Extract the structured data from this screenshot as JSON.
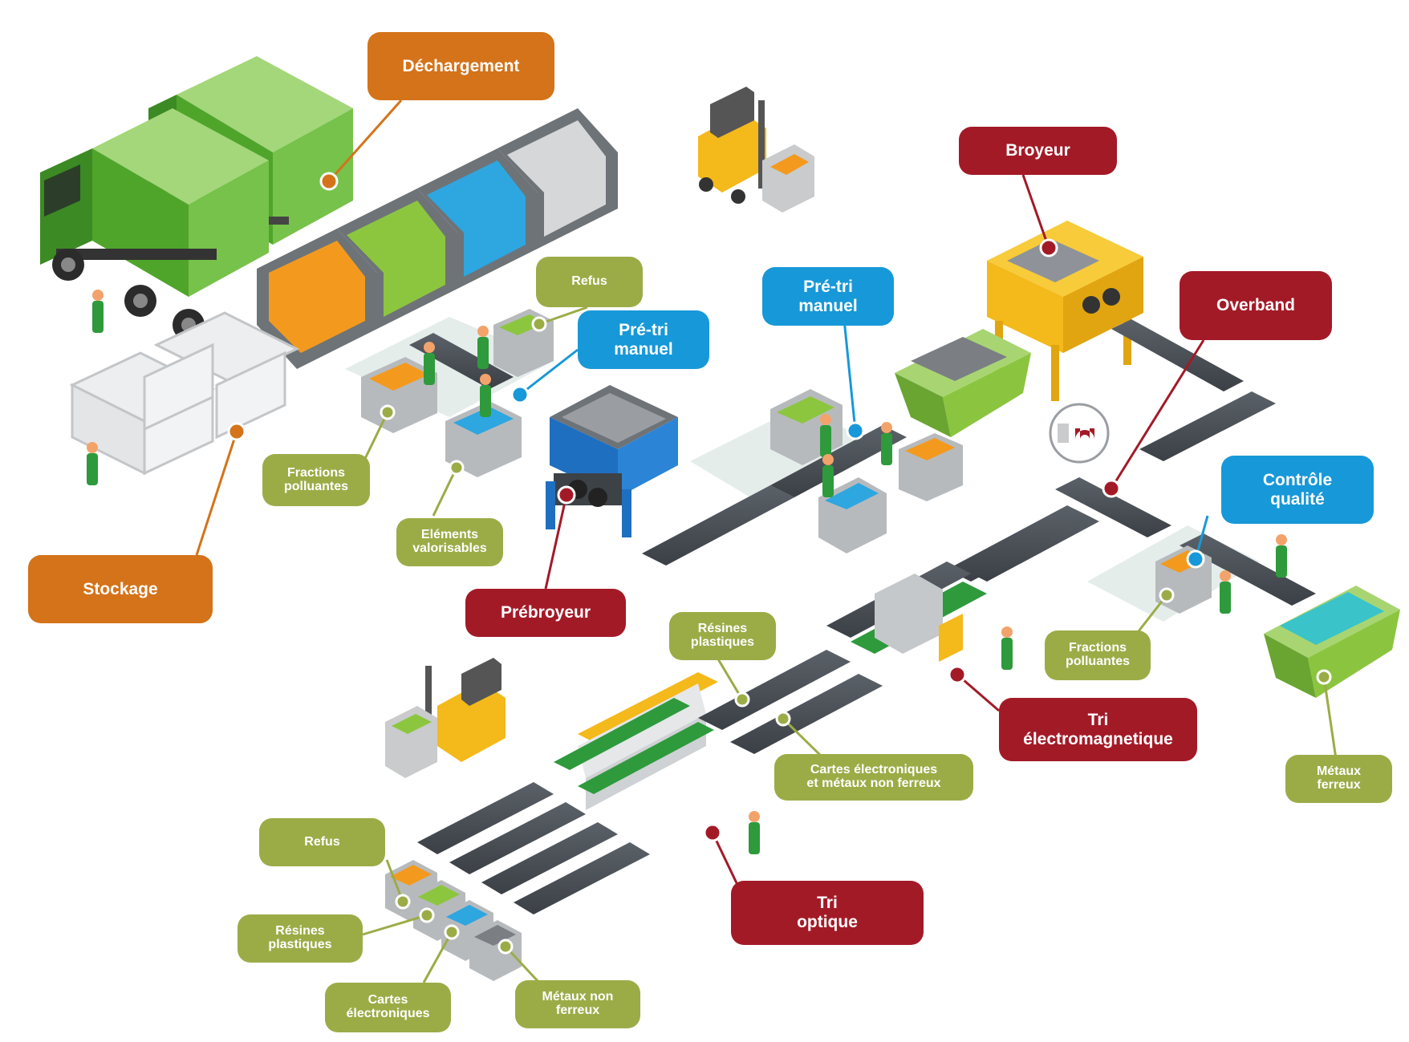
{
  "labels": {
    "dechargement": "Déchargement",
    "stockage": "Stockage",
    "refus_top": "Refus",
    "pretri_1": "Pré-tri\nmanuel",
    "pretri_2": "Pré-tri\nmanuel",
    "broyeur": "Broyeur",
    "overband": "Overband",
    "controle_qualite": "Contrôle\nqualité",
    "fractions_polluantes_1": "Fractions\npolluantes",
    "elements_valorisables": "Eléments\nvalorisables",
    "prebroyeur": "Prébroyeur",
    "fractions_polluantes_2": "Fractions\npolluantes",
    "metaux_ferreux": "Métaux\nferreux",
    "resines_plastiques_mid": "Résines\nplastiques",
    "tri_electromagnetique": "Tri\nélectromagnetique",
    "cartes_et_metaux": "Cartes électroniques\net métaux non ferreux",
    "refus_bottom": "Refus",
    "resines_plastiques_bottom": "Résines\nplastiques",
    "cartes_electroniques": "Cartes\nélectroniques",
    "metaux_non_ferreux": "Métaux non\nferreux",
    "tri_optique": "Tri\noptique"
  },
  "colors": {
    "orange": "#d4731a",
    "red": "#a31a27",
    "blue": "#1798d8",
    "olive": "#9bac47",
    "truck_green": "#58b22f",
    "conveyor_dark": "#4a4f55",
    "bin_orange": "#f39a1e",
    "bin_green": "#8cc63f",
    "bin_blue": "#2ea6e0",
    "bin_grey": "#c9cbcd",
    "machine_blue": "#1f6fc0",
    "machine_yellow": "#f4b91a",
    "skip_green": "#8bc53f"
  }
}
